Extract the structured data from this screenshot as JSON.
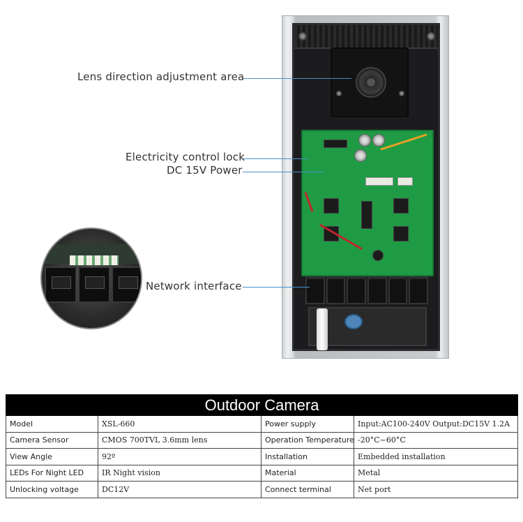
{
  "callouts": {
    "lens": "Lens direction adjustment area",
    "lock": "Electricity control lock",
    "power": "DC 15V Power",
    "network": "Network interface"
  },
  "spec_table": {
    "title": "Outdoor Camera",
    "rows": [
      {
        "label1": "Model",
        "value1": "XSL-660",
        "label2": "Power supply",
        "value2": "Input:AC100-240V Output:DC15V 1.2A"
      },
      {
        "label1": "Camera Sensor",
        "value1": "CMOS 700TVL 3.6mm lens",
        "label2": "Operation Temperature",
        "value2": "-20°C~60°C"
      },
      {
        "label1": "View Angle",
        "value1": "92º",
        "label2": "Installation",
        "value2": "Embedded installation"
      },
      {
        "label1": "LEDs For Night LED",
        "value1": "IR Night vision",
        "label2": "Material",
        "value2": "Metal"
      },
      {
        "label1": "Unlocking voltage",
        "value1": "DC12V",
        "label2": "Connect terminal",
        "value2": "Net port"
      }
    ]
  },
  "colors": {
    "leader_line": "#4a90c8",
    "pcb": "#1f9a45",
    "table_header_bg": "#000000"
  }
}
